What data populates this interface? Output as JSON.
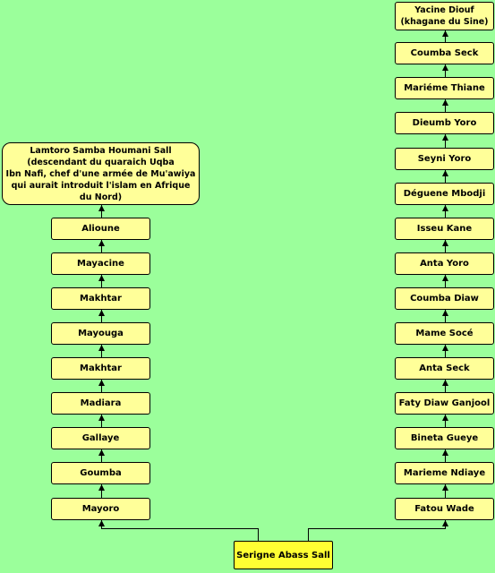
{
  "colors": {
    "background": "#9bff9b",
    "node": "#ffff99",
    "root": "#ffff33"
  },
  "root": "Serigne Abass Sall",
  "left": {
    "ancestor": "Lamtoro Samba Houmani Sall\n(descendant du quaraich Uqba\nIbn Nafi, chef d'une armée de Mu'awiya\nqui aurait introduit l'islam en Afrique\ndu Nord)",
    "chain": [
      "Alioune",
      "Mayacine",
      "Makhtar",
      "Mayouga",
      "Makhtar",
      "Madiara",
      "Gallaye",
      "Goumba",
      "Mayoro"
    ]
  },
  "right": {
    "ancestor": "Yacine Diouf\n(khagane du Sine)",
    "chain": [
      "Coumba Seck",
      "Mariéme Thiane",
      "Dieumb Yoro",
      "Seyni Yoro",
      "Déguene Mbodji",
      "Isseu Kane",
      "Anta Yoro",
      "Coumba Diaw",
      "Mame Socé",
      "Anta Seck",
      "Faty Diaw Ganjool",
      "Bineta Gueye",
      "Marieme Ndiaye",
      "Fatou Wade"
    ]
  }
}
